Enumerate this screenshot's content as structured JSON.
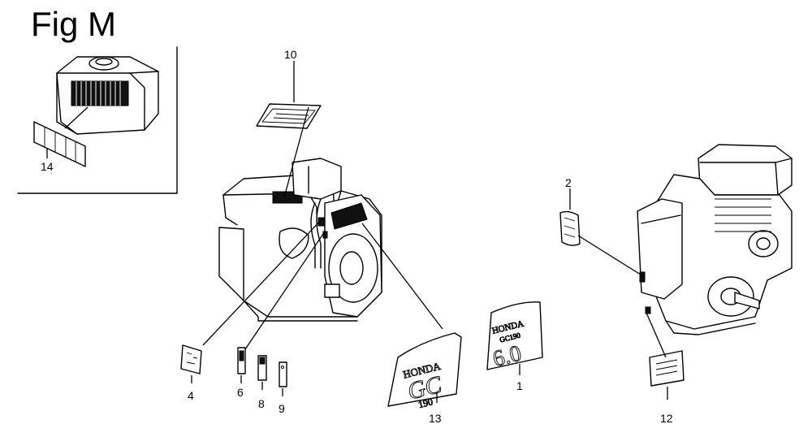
{
  "figure": {
    "title": "Fig M"
  },
  "callouts": [
    "10",
    "14",
    "2",
    "4",
    "6",
    "8",
    "9",
    "13",
    "1",
    "12"
  ],
  "decal_texts": {
    "decal_1_brand": "HONDA",
    "decal_1_model": "GC190",
    "decal_1_power": "6.0",
    "decal_13_brand": "HONDA",
    "decal_13_series": "GC",
    "decal_13_model": "190"
  }
}
